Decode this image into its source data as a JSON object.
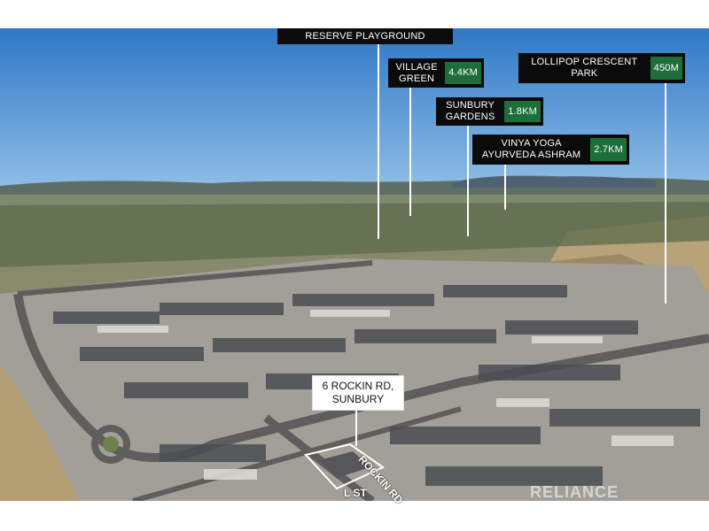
{
  "labels": {
    "reserve": {
      "name": "RESERVE PLAYGROUND",
      "distance": ""
    },
    "village": {
      "name_line1": "VILLAGE",
      "name_line2": "GREEN",
      "distance": "4.4KM"
    },
    "lollipop": {
      "name_line1": "LOLLIPOP CRESCENT",
      "name_line2": "PARK",
      "distance": "450M"
    },
    "sunbury": {
      "name_line1": "SUNBURY",
      "name_line2": "GARDENS",
      "distance": "1.8KM"
    },
    "vinya": {
      "name_line1": "VINYA YOGA",
      "name_line2": "AYURVEDA ASHRAM",
      "distance": "2.7KM"
    }
  },
  "address": {
    "line1": "6 ROCKIN RD,",
    "line2": "SUNBURY"
  },
  "roads": {
    "rockin": "ROCKIN RD",
    "street": "L ST"
  },
  "watermark": "RELIANCE",
  "colors": {
    "label_bg": "#0b0b0b",
    "distance_bg": "#1e6e3b",
    "sky": "#3f86cf"
  }
}
